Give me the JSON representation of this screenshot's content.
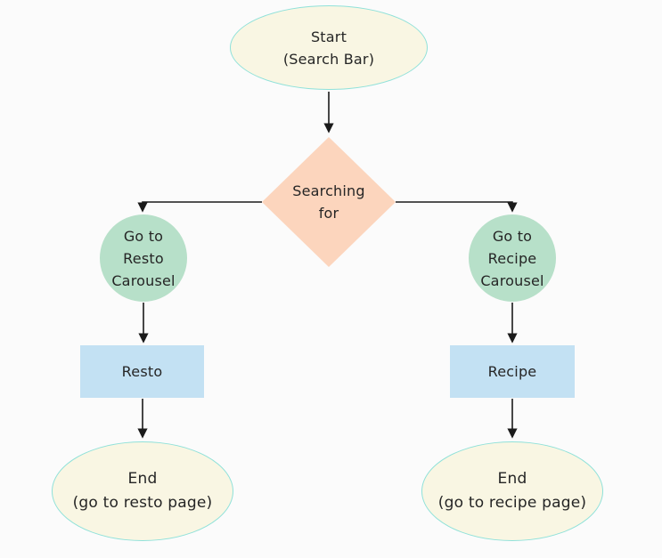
{
  "colors": {
    "background": "#fbfbfb",
    "terminal_fill": "#f9f6e3",
    "terminal_border": "#8fe1d9",
    "decision_fill": "#fcd5bd",
    "process_circle_fill": "#b7e0c9",
    "process_rect_fill": "#c3e1f3",
    "connector": "#1a1a1a",
    "text": "#252525"
  },
  "nodes": {
    "start": {
      "line1": "Start",
      "line2": "(Search Bar)"
    },
    "decision": {
      "line1": "Searching",
      "line2": "for"
    },
    "resto_carousel": {
      "line1": "Go to",
      "line2": "Resto",
      "line3": "Carousel"
    },
    "recipe_carousel": {
      "line1": "Go to",
      "line2": "Recipe",
      "line3": "Carousel"
    },
    "resto": {
      "label": "Resto"
    },
    "recipe": {
      "label": "Recipe"
    },
    "end_resto": {
      "line1": "End",
      "line2": "(go to resto page)"
    },
    "end_recipe": {
      "line1": "End",
      "line2": "(go to recipe page)"
    }
  }
}
